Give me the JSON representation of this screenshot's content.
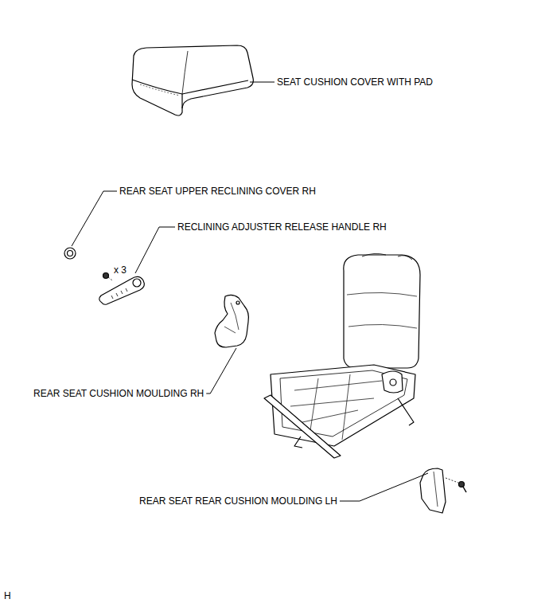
{
  "diagram": {
    "labels": [
      "SEAT CUSHION COVER WITH PAD",
      "REAR SEAT UPPER RECLINING COVER RH",
      "RECLINING ADJUSTER RELEASE HANDLE RH",
      "x 3",
      "REAR SEAT CUSHION MOULDING RH",
      "REAR SEAT REAR CUSHION MOULDING LH",
      "H"
    ]
  }
}
